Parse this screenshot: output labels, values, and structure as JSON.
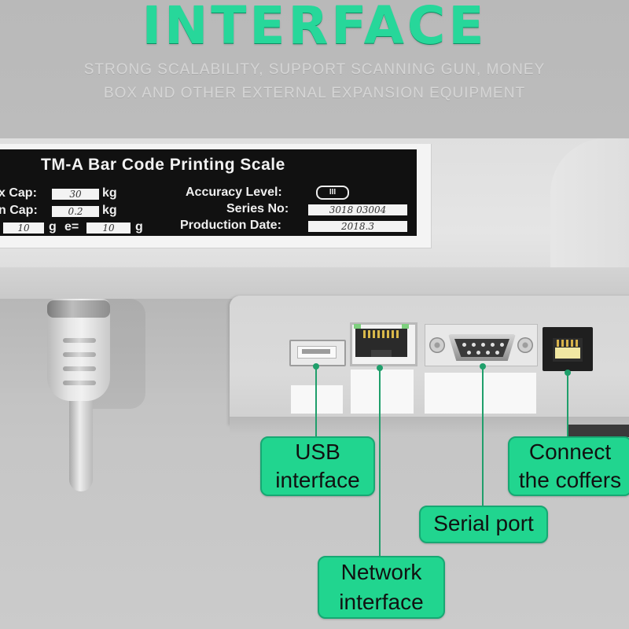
{
  "header": {
    "title": "INTERFACE",
    "subtitle_line1": "STRONG SCALABILITY, SUPPORT SCANNING GUN, MONEY",
    "subtitle_line2": "BOX AND OTHER EXTERNAL EXPANSION EQUIPMENT"
  },
  "nameplate": {
    "title": "TM-A  Bar Code Printing Scale",
    "max_cap_label": "x Cap:",
    "max_cap_value": "30",
    "max_cap_unit": "kg",
    "min_cap_label": "n  Cap:",
    "min_cap_value": "0.2",
    "min_cap_unit": "kg",
    "d_value": "10",
    "d_unit": "g",
    "e_label": "e=",
    "e_value": "10",
    "e_unit": "g",
    "accuracy_label": "Accuracy Level:",
    "accuracy_value": "III",
    "series_label": "Series No:",
    "series_value": "3018 03004",
    "production_label": "Production Date:",
    "production_value": "2018.3"
  },
  "callouts": {
    "usb": {
      "line1": "USB",
      "line2": "interface"
    },
    "network": {
      "line1": "Network",
      "line2": "interface"
    },
    "serial": {
      "line1": "Serial port"
    },
    "coffers": {
      "line1": "Connect",
      "line2": "the coffers"
    }
  },
  "colors": {
    "accent": "#21d58f",
    "accent_border": "#17a873",
    "title": "#27d79a"
  }
}
